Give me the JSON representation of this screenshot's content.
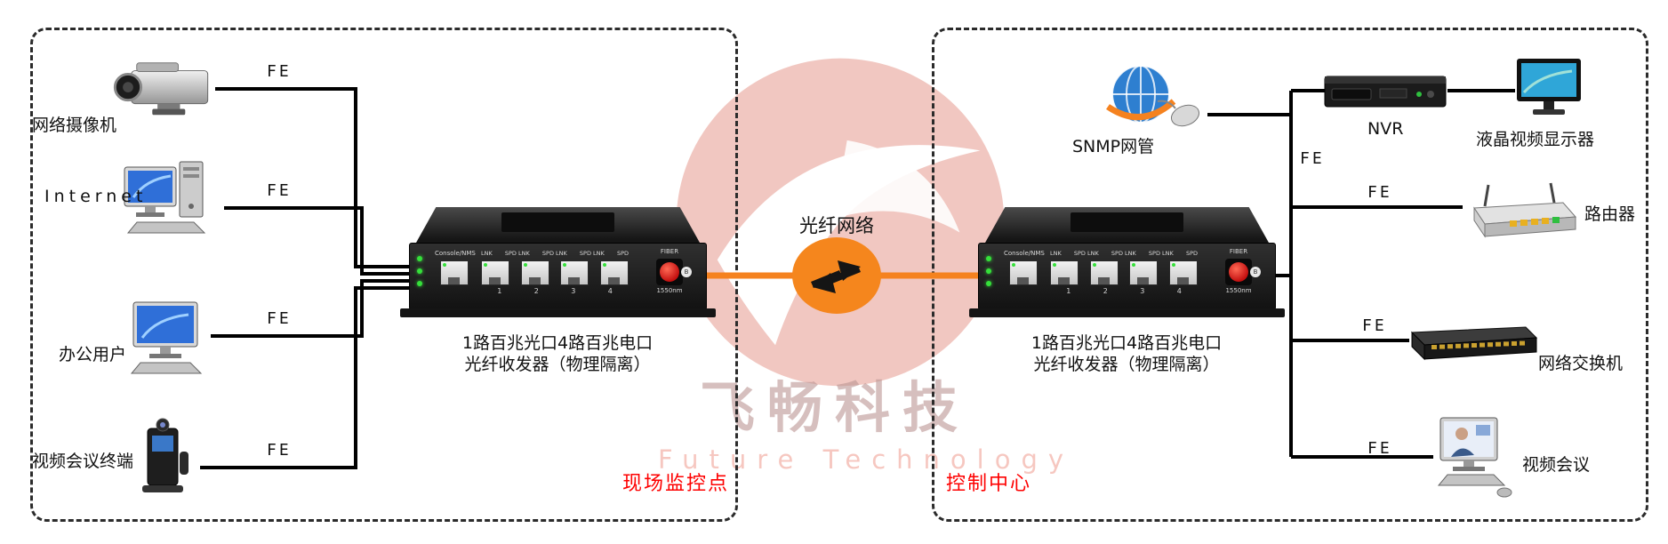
{
  "zones": {
    "left": {
      "label": "现场监控点",
      "devices": [
        {
          "name": "network-camera",
          "label": "网络摄像机",
          "fe": "FE"
        },
        {
          "name": "internet-pc",
          "label": "Internet",
          "fe": "FE"
        },
        {
          "name": "office-user",
          "label": "办公用户",
          "fe": "FE"
        },
        {
          "name": "video-conf-terminal",
          "label": "视频会议终端",
          "fe": "FE"
        }
      ],
      "converter_caption": {
        "line1": "1路百兆光口4路百兆电口",
        "line2": "光纤收发器（物理隔离）"
      }
    },
    "right": {
      "label": "控制中心",
      "devices": [
        {
          "name": "snmp-manager",
          "label": "SNMP网管"
        },
        {
          "name": "nvr",
          "label": "NVR",
          "fe": "FE"
        },
        {
          "name": "lcd-display",
          "label": "液晶视频显示器"
        },
        {
          "name": "router",
          "label": "路由器",
          "fe": "FE"
        },
        {
          "name": "network-switch",
          "label": "网络交换机",
          "fe": "FE"
        },
        {
          "name": "video-conference",
          "label": "视频会议",
          "fe": "FE"
        }
      ],
      "converter_caption": {
        "line1": "1路百兆光口4路百兆电口",
        "line2": "光纤收发器（物理隔离）"
      }
    }
  },
  "fiber_link": {
    "label": "光纤网络"
  },
  "converter_panel": {
    "console_label": "Console/NMS",
    "header_labels": [
      "LNK",
      "SPD LNK",
      "SPD LNK",
      "SPD LNK",
      "SPD"
    ],
    "port_numbers": [
      "1",
      "2",
      "3",
      "4"
    ],
    "fiber_label": "FIBER",
    "wavelength": "1550nm",
    "b_mark": "B"
  },
  "watermark": {
    "brand": "飞畅科技",
    "subtitle": "Future Technology"
  },
  "colors": {
    "accent_orange": "#F5821F",
    "label_red": "#FE0000",
    "line_black": "#000000"
  }
}
